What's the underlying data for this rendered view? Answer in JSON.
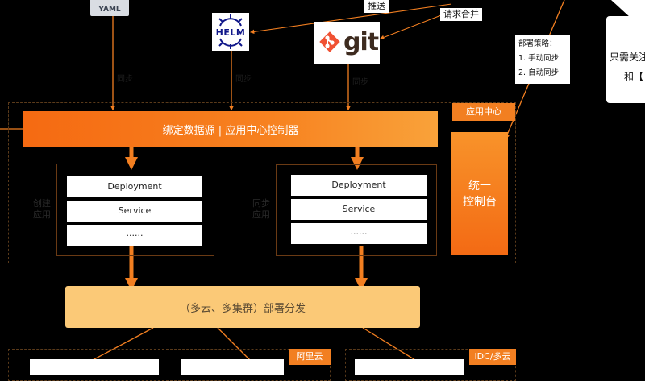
{
  "sources": {
    "yaml": "YAML",
    "helm": "HELM",
    "git": "git"
  },
  "labels": {
    "push": "推送",
    "pull_request": "请求合并",
    "sync_left": "同步",
    "sync_mid": "同步",
    "sync_right": "同步"
  },
  "strategy": {
    "title": "部署策略：",
    "item1": "1.  手动同步",
    "item2": "2.  自动同步"
  },
  "bubble": {
    "line1": "只需关注",
    "line2": "和【"
  },
  "app_center": {
    "label": "应用中心",
    "controller": "绑定数据源 | 应用中心控制器",
    "console_line1": "统一",
    "console_line2": "控制台"
  },
  "groups": [
    {
      "note": "创建应用",
      "items": [
        "Deployment",
        "Service",
        "......"
      ]
    },
    {
      "note": "同步应用",
      "items": [
        "Deployment",
        "Service",
        "......"
      ]
    }
  ],
  "deploy": {
    "label": "（多云、多集群）部署分发"
  },
  "clouds": {
    "aliyun": "阿里云",
    "idc": "IDC/多云"
  },
  "colors": {
    "accent": "#f27f21",
    "deploy_bar": "#fbc977",
    "background": "#000000"
  }
}
